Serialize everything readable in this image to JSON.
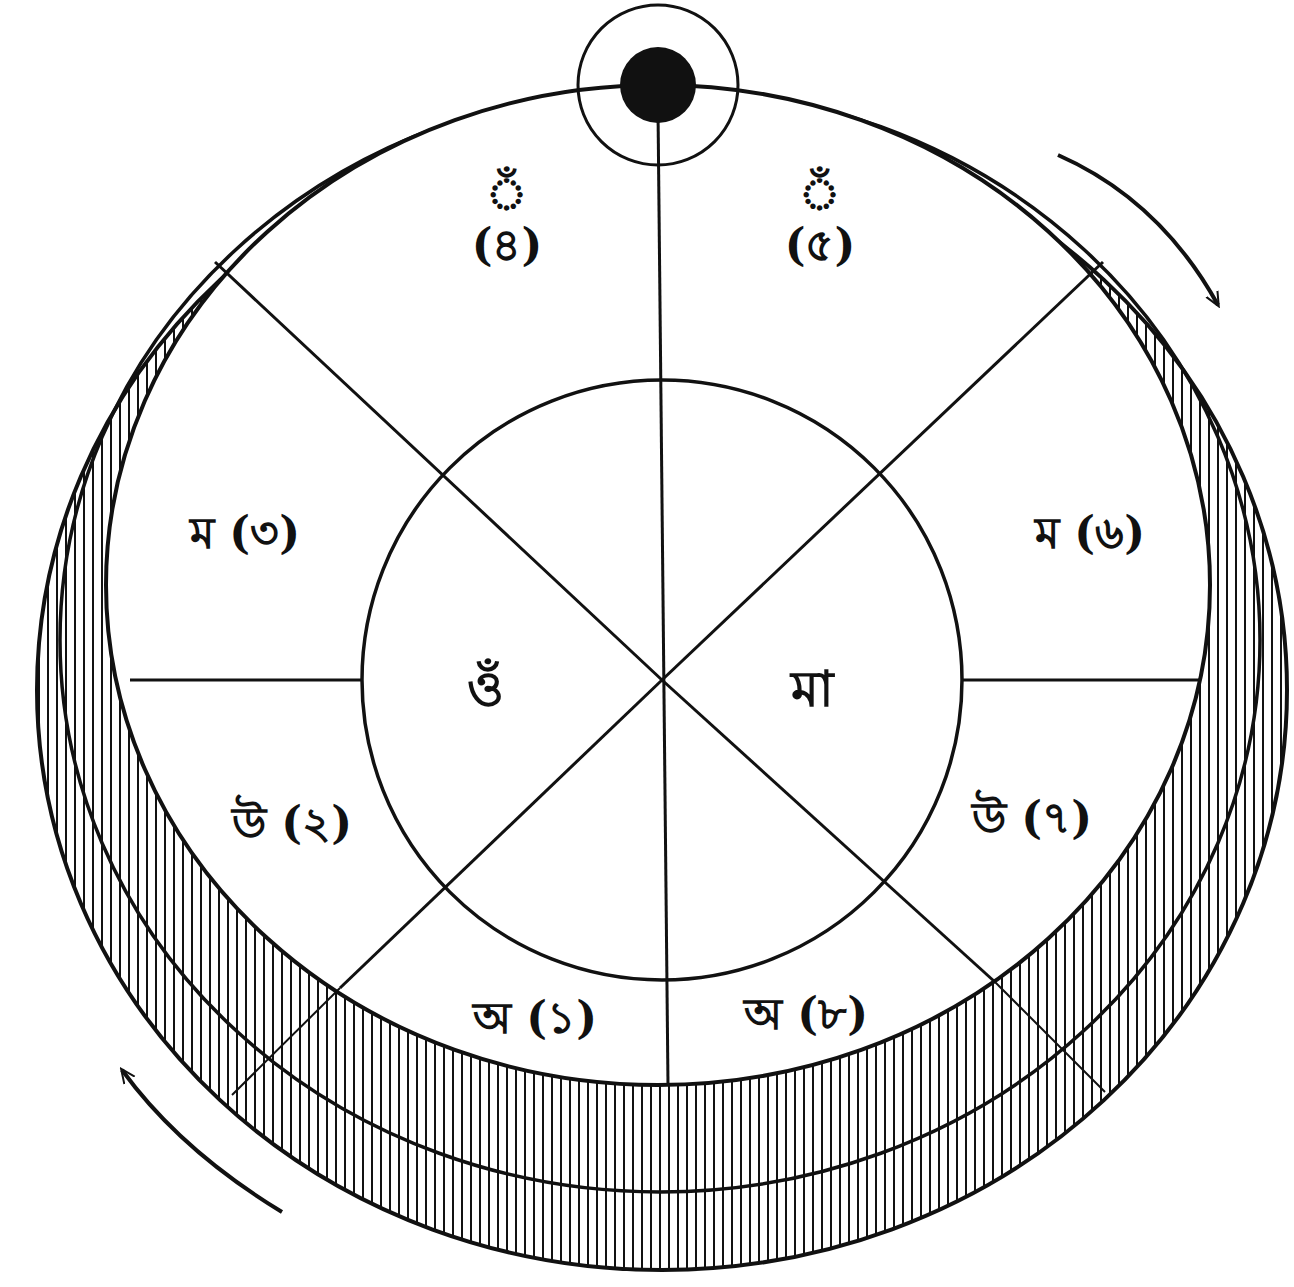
{
  "diagram": {
    "nodes": [
      {
        "text": [
          "অ (১)"
        ]
      },
      {
        "text": [
          "উ (২)"
        ]
      },
      {
        "text": [
          "ম (৩)"
        ]
      },
      {
        "text": [
          "ঁ (৪)"
        ]
      },
      {
        "text": [
          "ঁ (৫)"
        ]
      },
      {
        "text": [
          "ম (৬)"
        ]
      },
      {
        "text": [
          "উ (৭)"
        ]
      },
      {
        "text": [
          "অ (৮)"
        ]
      },
      {
        "text": [
          "ওঁ",
          "মা"
        ]
      }
    ]
  }
}
